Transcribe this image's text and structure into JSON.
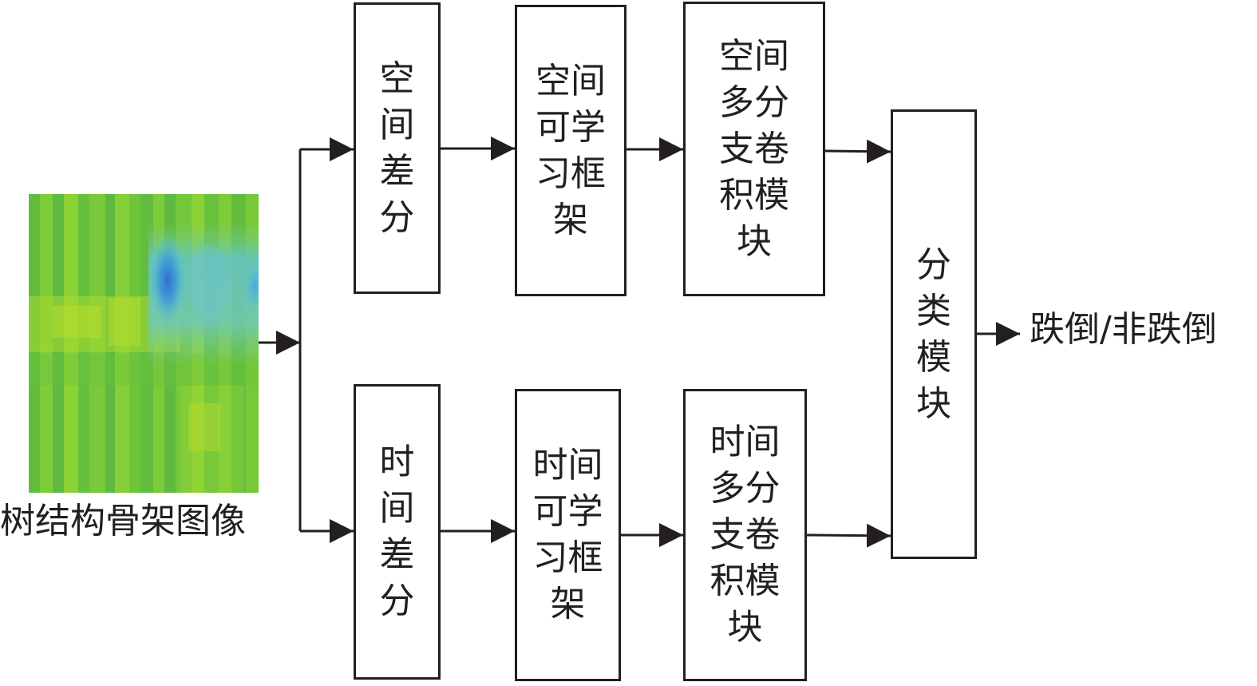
{
  "input": {
    "caption": "树结构骨架图像",
    "heatmap_colors": {
      "green": "#6cc43c",
      "yellow_green": "#a8d930",
      "cyan": "#5cc8d8",
      "blue": "#2e6fd0"
    }
  },
  "spatial_branch": {
    "difference": "空间差分",
    "learnable_framework": "空间可学习框架",
    "multibranch_conv": "空间多分支卷积模块"
  },
  "temporal_branch": {
    "difference": "时间差分",
    "learnable_framework": "时间可学习框架",
    "multibranch_conv": "时间多分支卷积模块"
  },
  "classification": "分类模块",
  "output": "跌倒/非跌倒",
  "colors": {
    "stroke": "#231f20",
    "background": "#ffffff"
  }
}
